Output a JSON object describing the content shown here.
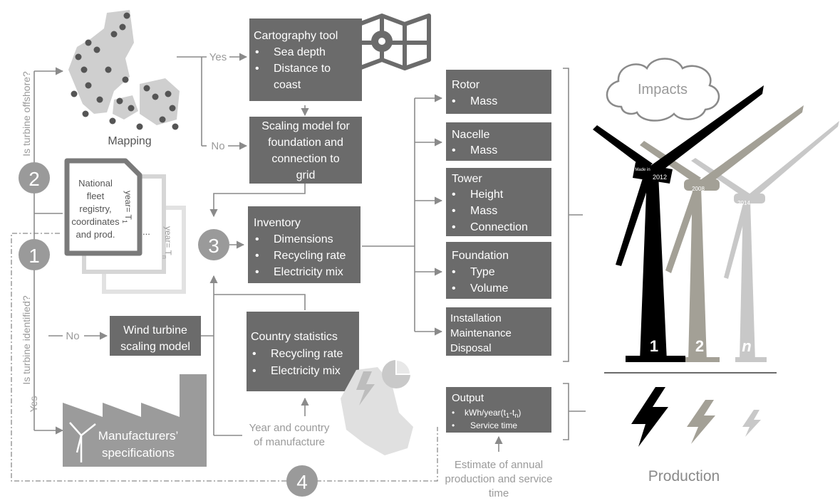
{
  "mapping": {
    "label": "Mapping"
  },
  "questions": {
    "offshore": "Is turbine offshore?",
    "identified": "Is turbine identified?",
    "yes": "Yes",
    "no": "No"
  },
  "steps": {
    "s1": "1",
    "s2": "2",
    "s3": "3",
    "s4": "4"
  },
  "registry": {
    "lines": [
      "National",
      "fleet",
      "registry,",
      "coordinates",
      "and prod."
    ],
    "year1": "year= T",
    "year1_sub": "1",
    "yearn": "year= T",
    "yearn_sub": "n",
    "dots": "..."
  },
  "cartography": {
    "title": "Cartography tool",
    "bullets": [
      "Sea depth",
      "Distance to",
      "coast"
    ]
  },
  "scaling_foundation": {
    "lines": [
      "Scaling model for",
      "foundation and",
      "connection to",
      "grid"
    ]
  },
  "inventory": {
    "title": "Inventory",
    "bullets": [
      "Dimensions",
      "Recycling rate",
      "Electricity mix"
    ]
  },
  "wind_scaling": {
    "lines": [
      "Wind turbine",
      "scaling model"
    ]
  },
  "country_stats": {
    "title": "Country statistics",
    "bullets": [
      "Recycling rate",
      "Electricity mix"
    ]
  },
  "manufacturers": {
    "lines": [
      "Manufacturers’",
      "specifications"
    ]
  },
  "year_country": {
    "lines": [
      "Year and country",
      "of manufacture"
    ]
  },
  "components": {
    "rotor": {
      "title": "Rotor",
      "bullets": [
        "Mass"
      ]
    },
    "nacelle": {
      "title": "Nacelle",
      "bullets": [
        "Mass"
      ]
    },
    "tower": {
      "title": "Tower",
      "bullets": [
        "Height",
        "Mass",
        "Connection"
      ]
    },
    "foundation": {
      "title": "Foundation",
      "bullets": [
        "Type",
        "Volume"
      ]
    },
    "installation": {
      "lines": [
        "Installation",
        "Maintenance",
        "Disposal"
      ]
    }
  },
  "output": {
    "title": "Output",
    "b1": "kWh/year(t",
    "b1_s1": "1",
    "b1_mid": "-t",
    "b1_s2": "n",
    "b1_end": ")",
    "b2": "Service time"
  },
  "estimate": {
    "lines": [
      "Estimate of annual",
      "production and service",
      "time"
    ]
  },
  "impacts": {
    "label": "Impacts"
  },
  "turbines": {
    "t1": {
      "label": "1",
      "made_in": "Made in",
      "year": "2012",
      "color": "#000000"
    },
    "t2": {
      "label": "2",
      "year": "2008",
      "color": "#a3a096"
    },
    "tn": {
      "label": "n",
      "year": "2014",
      "color": "#c8c8c8"
    }
  },
  "production": {
    "label": "Production"
  },
  "colors": {
    "box": "#6b6b6b",
    "line": "#8a8a8a",
    "light": "#9a9a9a"
  }
}
